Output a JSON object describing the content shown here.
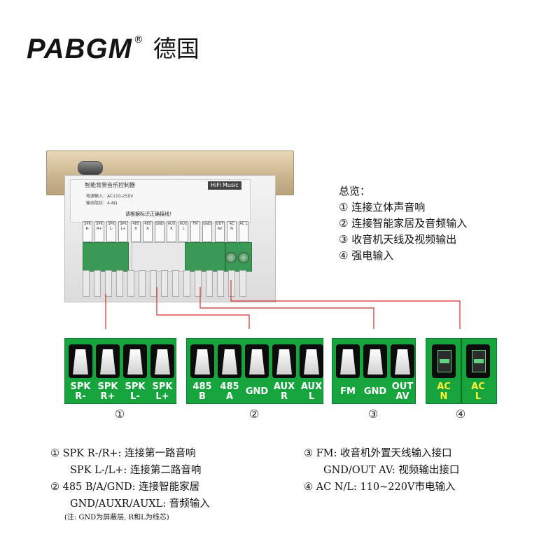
{
  "brand": {
    "logo_text": "PABGM",
    "registered_mark": "®",
    "country": "德国"
  },
  "device": {
    "label_title": "智能背景音乐控制器",
    "label_hifi": "HiFi Music",
    "label_line1": "电源输入：AC110-250V",
    "label_line2": "输出阻抗：4-8Ω",
    "label_warning": "请根据标识正确接线！",
    "pins": [
      "SPK R-",
      "SPK R+",
      "SPK L-",
      "SPK L+",
      "485 B",
      "485 A",
      "GND",
      "AUX R",
      "AUX L",
      "FM",
      "GND",
      "OUT AV",
      "AC N",
      "AC L"
    ]
  },
  "summary": {
    "title": "总览：",
    "items": [
      "① 连接立体声音响",
      "② 连接智能家居及音频输入",
      "③ 收音机天线及视频输出",
      "④ 强电输入"
    ]
  },
  "blocks": [
    {
      "id": "1",
      "number": "①",
      "pins": [
        [
          "SPK",
          "R-"
        ],
        [
          "SPK",
          "R+"
        ],
        [
          "SPK",
          "L-"
        ],
        [
          "SPK",
          "L+"
        ]
      ]
    },
    {
      "id": "2",
      "number": "②",
      "pins": [
        [
          "485",
          "B"
        ],
        [
          "485",
          "A"
        ],
        [
          "GND",
          ""
        ],
        [
          "AUX",
          "R"
        ],
        [
          "AUX",
          "L"
        ]
      ]
    },
    {
      "id": "3",
      "number": "③",
      "pins": [
        [
          "FM",
          ""
        ],
        [
          "GND",
          ""
        ],
        [
          "OUT",
          "AV"
        ]
      ]
    },
    {
      "id": "4",
      "number": "④",
      "pins": [
        [
          "AC",
          "N"
        ],
        [
          "AC",
          "L"
        ]
      ]
    }
  ],
  "notes": {
    "left": [
      "① SPK R-/R+: 连接第一路音响",
      "SPK L-/L+: 连接第二路音响",
      "② 485 B/A/GND: 连接智能家居",
      "GND/AUXR/AUXL: 音频输入"
    ],
    "left_footnote": "(注: GND为屏蔽层, R和L为线芯)",
    "right": [
      "③ FM: 收音机外置天线输入接口",
      "GND/OUT AV: 视频输出接口",
      "④ AC N/L: 110~220V市电输入"
    ]
  },
  "colors": {
    "terminal_green": "#16a43d",
    "ac_label_yellow": "#ffee33",
    "wire_red": "#d33030"
  }
}
